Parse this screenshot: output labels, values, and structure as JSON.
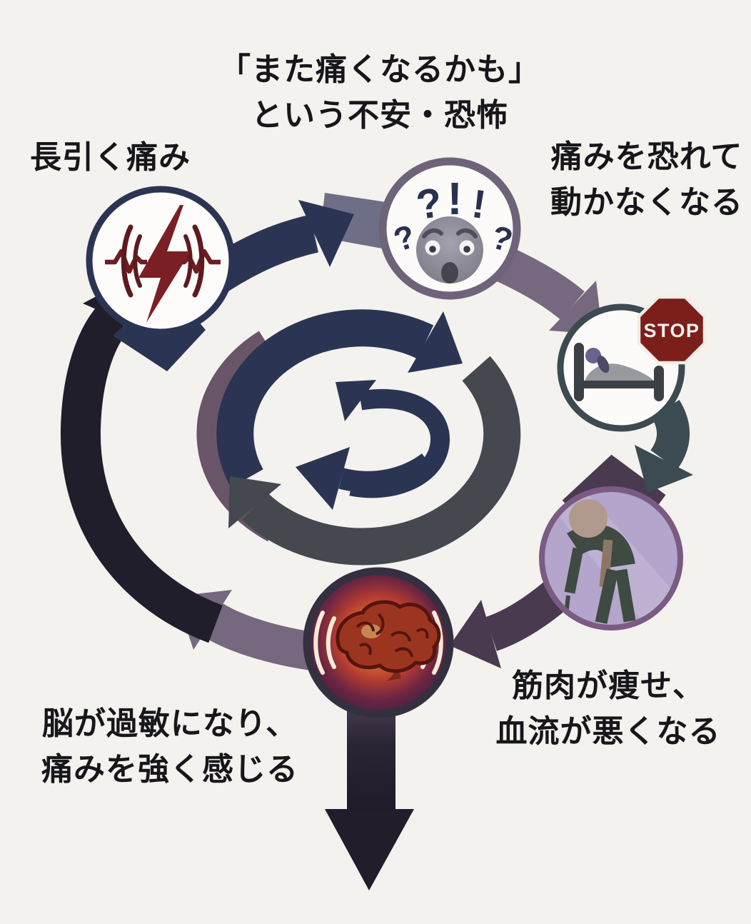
{
  "labels": {
    "anxiety": {
      "line1": "「また痛くなるかも」",
      "line2": "という不安・恐怖"
    },
    "prolonged_pain": {
      "line1": "長引く痛み"
    },
    "fear_avoidance": {
      "line1": "痛みを恐れて",
      "line2": "動かなくなる"
    },
    "muscle_atrophy": {
      "line1": "筋肉が痩せ、",
      "line2": "血流が悪くなる"
    },
    "brain_sensitization": {
      "line1": "脳が過敏になり、",
      "line2": "痛みを強く感じる"
    }
  },
  "nodes": {
    "pain": {
      "icon": "lightning-pain-icon"
    },
    "anxiety": {
      "icon": "worried-face-icon",
      "marks": [
        "?",
        "?",
        "!",
        "!",
        "?"
      ]
    },
    "rest": {
      "icon": "person-in-bed-icon",
      "stop_text": "STOP"
    },
    "frailty": {
      "icon": "elderly-cane-icon"
    },
    "brain": {
      "icon": "glowing-brain-icon"
    }
  },
  "center": {
    "icon": "cycle-arrows-icon"
  },
  "colors": {
    "background": "#f4f2ee",
    "navy": "#2b3553",
    "slate": "#3c4a52",
    "gray_purple": "#76687f",
    "dark_purple": "#4a3a50",
    "black_arrow": "#211e2b",
    "bolt_red": "#7a2025",
    "stop_red": "#7c1f1b",
    "lavender": "#b3a5cb",
    "glow_orange": "#e2692e"
  }
}
